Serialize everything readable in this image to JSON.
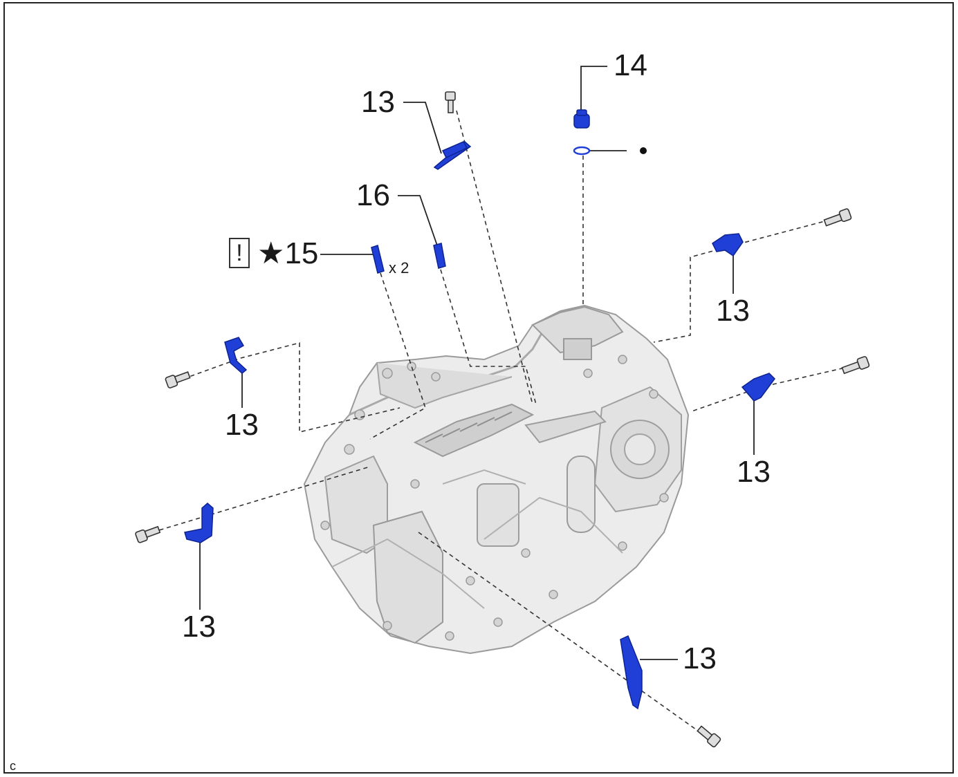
{
  "diagram": {
    "component": "automatic-transaxle-assembly",
    "accent_color": "#1f3fd6",
    "case_color": "#e6e6e6",
    "callouts": [
      {
        "id": "c13_top",
        "text": "13"
      },
      {
        "id": "c14",
        "text": "14"
      },
      {
        "id": "c16",
        "text": "16"
      },
      {
        "id": "c15",
        "text": "★15"
      },
      {
        "id": "c13_right_upper",
        "text": "13"
      },
      {
        "id": "c13_left_upper",
        "text": "13"
      },
      {
        "id": "c13_right_mid",
        "text": "13"
      },
      {
        "id": "c13_left_lower",
        "text": "13"
      },
      {
        "id": "c13_bottom",
        "text": "13"
      }
    ],
    "quantity": "x 2",
    "notice_symbol": "!",
    "corner_mark": "c"
  }
}
